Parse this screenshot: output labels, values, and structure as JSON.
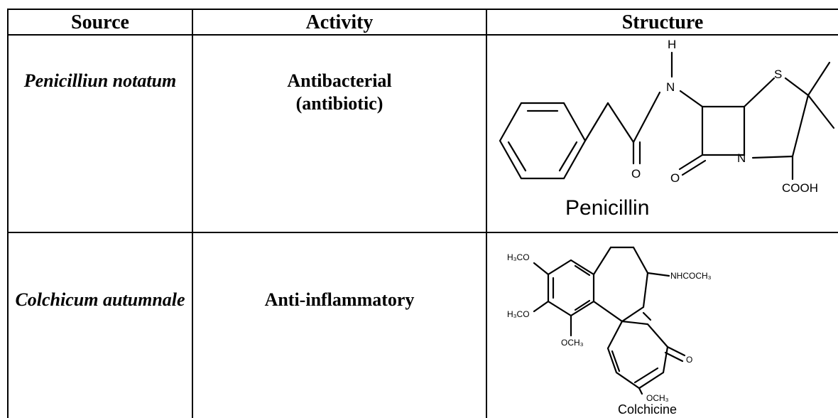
{
  "table": {
    "headers": [
      "Source",
      "Activity",
      "Structure"
    ],
    "rows": [
      {
        "source": "Penicilliun notatum",
        "activity_line1": "Antibacterial",
        "activity_line2": "(antibiotic)",
        "structure": {
          "name": "Penicillin",
          "atoms": {
            "h": "H",
            "n1": "N",
            "s": "S",
            "n2": "N",
            "o1": "O",
            "o2": "O",
            "cooh": "COOH"
          }
        }
      },
      {
        "source": "Colchicum autumnale",
        "activity_line1": "Anti-inflammatory",
        "activity_line2": "",
        "structure": {
          "name": "Colchicine",
          "atoms": {
            "h3co1": "H₃CO",
            "h3co2": "H₃CO",
            "och3a": "OCH₃",
            "nhcoch3": "NHCOCH₃",
            "o": "O",
            "och3b": "OCH₃"
          }
        }
      }
    ]
  }
}
